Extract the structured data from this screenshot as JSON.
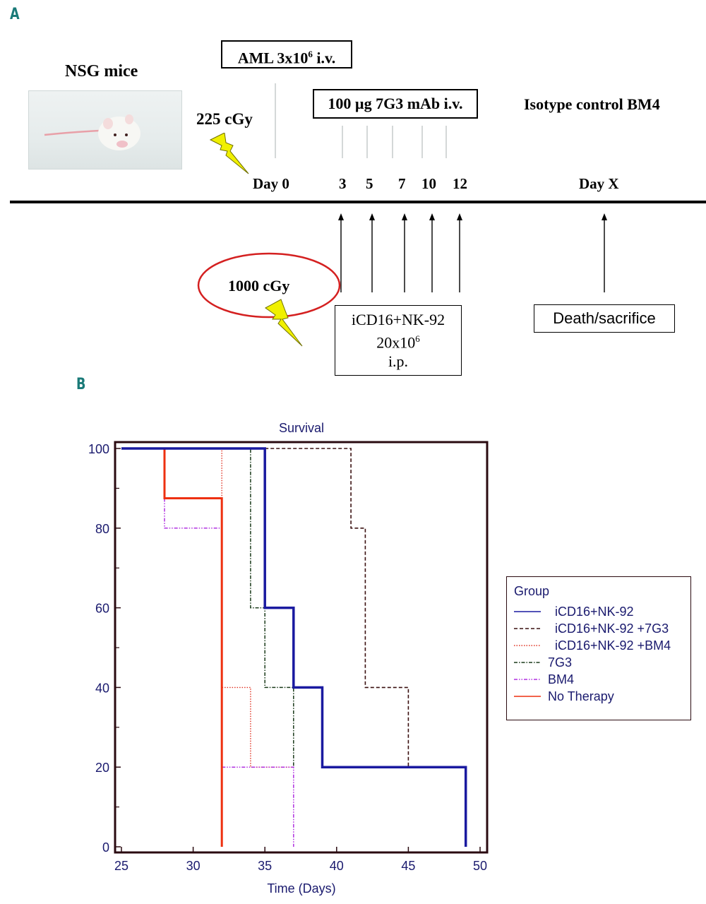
{
  "panel_a": {
    "label": "A",
    "mouse_caption": "NSG mice",
    "mouse_image": "mouse-photo",
    "irradiation_low": "225 cGy",
    "aml_box": {
      "text": "AML 3x10",
      "sup": "6",
      "suffix": " i.v."
    },
    "mab_box": "100 µg 7G3 mAb i.v.",
    "isotype_label": "Isotype control BM4",
    "day0_label": "Day 0",
    "dose_days": [
      "3",
      "5",
      "7",
      "10",
      "12"
    ],
    "dayx_label": "Day X",
    "irradiation_high": "1000 cGy",
    "nk_box": {
      "line1": "iCD16+NK-92",
      "line2": "20x10",
      "line2_sup": "6",
      "line3": "i.p."
    },
    "death_box": "Death/sacrifice",
    "colors": {
      "panel_label": "#1a7a78",
      "ellipse": "#d42020",
      "lightning": "#f0f000"
    }
  },
  "panel_b": {
    "label": "B"
  },
  "chart_data": {
    "type": "line",
    "subtype": "kaplan-meier-step",
    "title": "Survival",
    "xlabel": "Time (Days)",
    "ylabel": "",
    "xlim": [
      25,
      50
    ],
    "ylim": [
      0,
      100
    ],
    "xticks": [
      25,
      30,
      35,
      40,
      45,
      50
    ],
    "yticks": [
      0,
      20,
      40,
      60,
      80,
      100
    ],
    "grid": false,
    "legend": {
      "title": "Group",
      "placement": "right"
    },
    "series": [
      {
        "name": "iCD16+NK-92",
        "color": "#1a1aa0",
        "style": "solid-thick",
        "points": [
          [
            25,
            100
          ],
          [
            35,
            100
          ],
          [
            35,
            60
          ],
          [
            37,
            60
          ],
          [
            37,
            40
          ],
          [
            39,
            40
          ],
          [
            39,
            20
          ],
          [
            49,
            20
          ],
          [
            49,
            0
          ]
        ]
      },
      {
        "name": "iCD16+NK-92 +7G3",
        "color": "#3a1010",
        "style": "dashed",
        "points": [
          [
            35,
            100
          ],
          [
            41,
            100
          ],
          [
            41,
            80
          ],
          [
            42,
            80
          ],
          [
            42,
            40
          ],
          [
            45,
            40
          ],
          [
            45,
            20
          ],
          [
            49,
            20
          ]
        ]
      },
      {
        "name": "iCD16+NK-92 +BM4",
        "color": "#e03020",
        "style": "dotted",
        "points": [
          [
            28,
            100
          ],
          [
            32,
            100
          ],
          [
            32,
            40
          ],
          [
            34,
            40
          ],
          [
            34,
            20
          ],
          [
            37,
            20
          ]
        ]
      },
      {
        "name": "7G3",
        "color": "#1a3a1a",
        "style": "dash-dot",
        "points": [
          [
            32,
            100
          ],
          [
            34,
            100
          ],
          [
            34,
            60
          ],
          [
            35,
            60
          ],
          [
            35,
            40
          ],
          [
            37,
            40
          ],
          [
            37,
            20
          ]
        ]
      },
      {
        "name": "BM4",
        "color": "#b030e0",
        "style": "dash-dot-dot",
        "points": [
          [
            28,
            87.5
          ],
          [
            28,
            80
          ],
          [
            32,
            80
          ],
          [
            32,
            20
          ],
          [
            37,
            20
          ],
          [
            37,
            0
          ]
        ]
      },
      {
        "name": "No Therapy",
        "color": "#ee3010",
        "style": "solid",
        "points": [
          [
            25,
            100
          ],
          [
            28,
            100
          ],
          [
            28,
            87.5
          ],
          [
            32,
            87.5
          ],
          [
            32,
            0
          ]
        ]
      }
    ]
  }
}
